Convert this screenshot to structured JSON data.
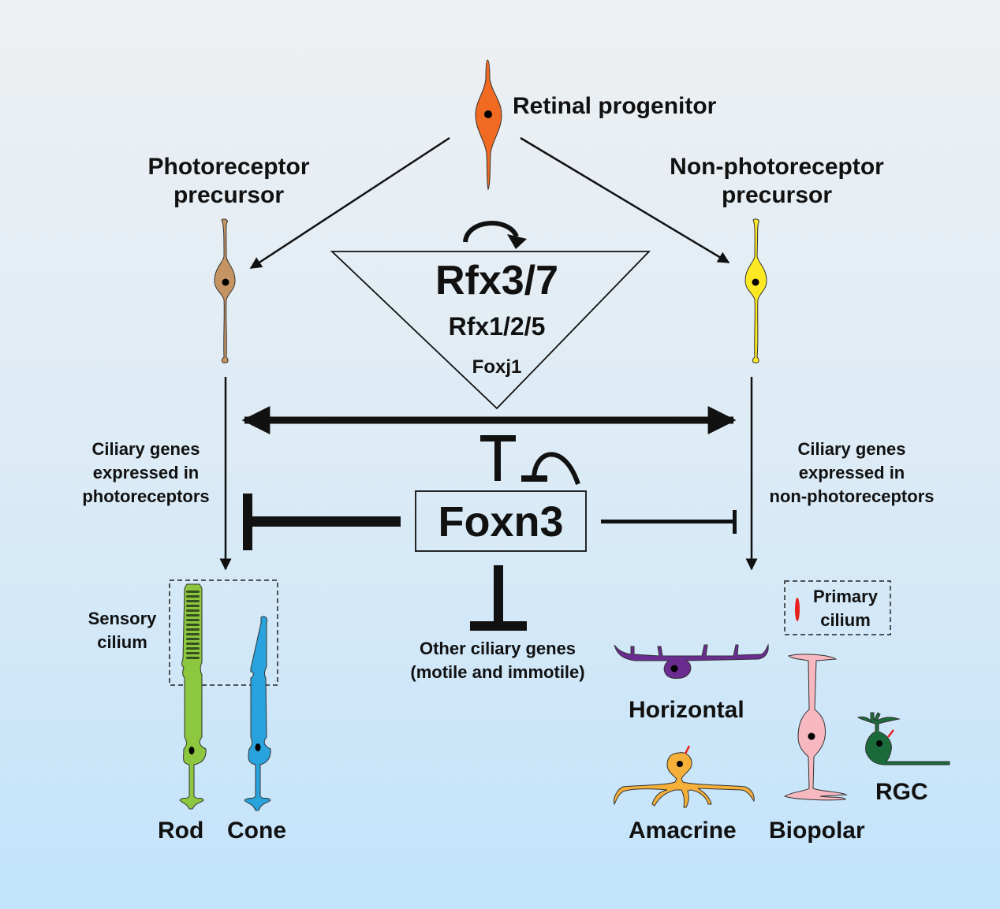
{
  "nodes": {
    "progenitor": {
      "label": "Retinal progenitor",
      "color": "#f06a22"
    },
    "photo_precursor": {
      "line1": "Photoreceptor",
      "line2": "precursor",
      "color": "#c69463"
    },
    "nonphoto_precursor": {
      "line1": "Non-photoreceptor",
      "line2": "precursor",
      "color": "#fde923"
    }
  },
  "regulators": {
    "triangle": {
      "primary": "Rfx3/7",
      "secondary": "Rfx1/2/5",
      "tertiary": "Foxj1"
    },
    "foxn3": {
      "label": "Foxn3"
    }
  },
  "pathways": {
    "left": {
      "line1": "Ciliary genes",
      "line2": "expressed in",
      "line3": "photoreceptors"
    },
    "right": {
      "line1": "Ciliary genes",
      "line2": "expressed in",
      "line3": "non-photoreceptors"
    },
    "other": {
      "line1": "Other ciliary genes",
      "line2": "(motile and immotile)"
    }
  },
  "annotations": {
    "sensory_cilium": {
      "line1": "Sensory",
      "line2": "cilium"
    },
    "primary_cilium": {
      "line1": "Primary",
      "line2": "cilium",
      "color": "#e8201f"
    }
  },
  "cell_types": {
    "rod": {
      "label": "Rod",
      "color": "#8dc63f"
    },
    "cone": {
      "label": "Cone",
      "color": "#29a3dd"
    },
    "horizontal": {
      "label": "Horizontal",
      "color": "#6a2c91"
    },
    "amacrine": {
      "label": "Amacrine",
      "color": "#f6b03a"
    },
    "bipolar": {
      "label": "Biopolar",
      "color": "#f7b8c0"
    },
    "rgc": {
      "label": "RGC",
      "color": "#1b6b3a"
    }
  }
}
